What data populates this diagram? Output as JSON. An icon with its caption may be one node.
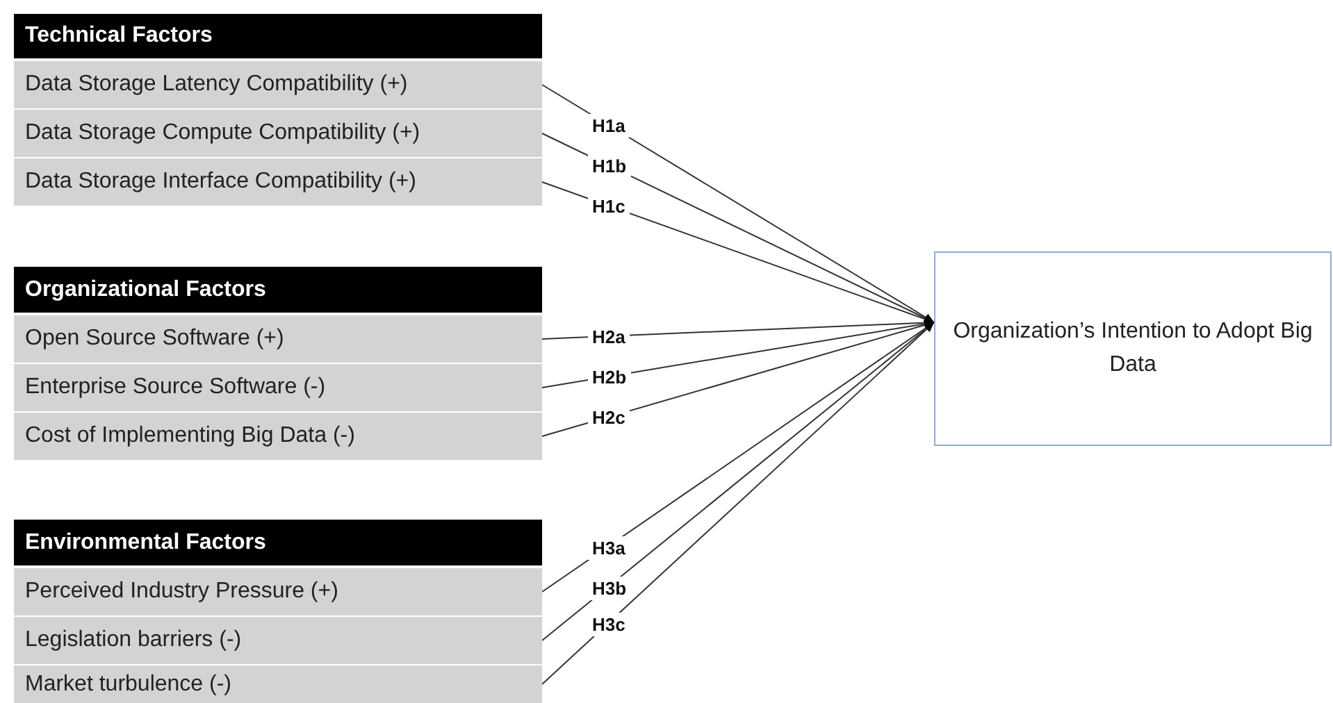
{
  "diagram": {
    "nodes": [
      {
        "text": [
          "Technical Factors"
        ]
      },
      {
        "text": [
          "Data Storage Latency Compatibility (+)"
        ]
      },
      {
        "text": [
          "Data Storage Compute Compatibility (+)"
        ]
      },
      {
        "text": [
          "Data Storage Interface Compatibility (+)"
        ]
      },
      {
        "text": [
          "Organizational Factors"
        ]
      },
      {
        "text": [
          "Open Source Software (+)"
        ]
      },
      {
        "text": [
          "Enterprise Source Software (-)"
        ]
      },
      {
        "text": [
          "Cost of Implementing Big Data (-)"
        ]
      },
      {
        "text": [
          "Environmental Factors"
        ]
      },
      {
        "text": [
          "Perceived Industry Pressure (+)"
        ]
      },
      {
        "text": [
          "Legislation barriers (-)"
        ]
      },
      {
        "text": [
          "Market turbulence (-)"
        ]
      },
      {
        "text": [
          "Organization’s Intention to Adopt Big Data"
        ]
      }
    ],
    "edges": [
      {
        "from": 1,
        "to": 12,
        "arrow": "to",
        "label": "H1a"
      },
      {
        "from": 2,
        "to": 12,
        "arrow": "to",
        "label": "H1b"
      },
      {
        "from": 3,
        "to": 12,
        "arrow": "to",
        "label": "H1c"
      },
      {
        "from": 5,
        "to": 12,
        "arrow": "to",
        "label": "H2a"
      },
      {
        "from": 6,
        "to": 12,
        "arrow": "to",
        "label": "H2b"
      },
      {
        "from": 7,
        "to": 12,
        "arrow": "to",
        "label": "H2c"
      },
      {
        "from": 9,
        "to": 12,
        "arrow": "to",
        "label": "H3a"
      },
      {
        "from": 10,
        "to": 12,
        "arrow": "to",
        "label": "H3b"
      },
      {
        "from": 11,
        "to": 12,
        "arrow": "to",
        "label": "H3c"
      }
    ]
  }
}
